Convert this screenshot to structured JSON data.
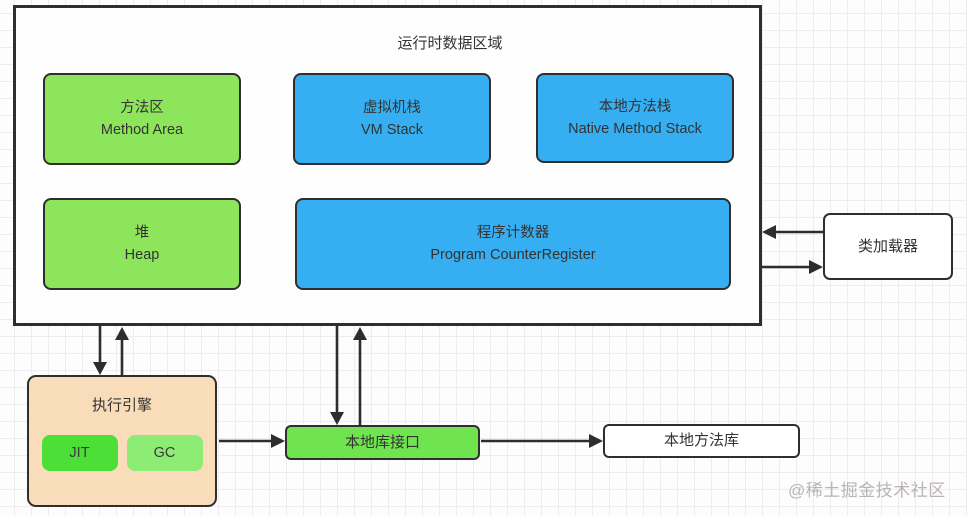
{
  "diagram": {
    "runtime_area": {
      "title": "运行时数据区域",
      "method_area": {
        "zh": "方法区",
        "en": "Method Area"
      },
      "vm_stack": {
        "zh": "虚拟机栈",
        "en": "VM Stack"
      },
      "native_method_stack": {
        "zh": "本地方法栈",
        "en": "Native Method Stack"
      },
      "heap": {
        "zh": "堆",
        "en": "Heap"
      },
      "program_counter": {
        "zh": "程序计数器",
        "en": "Program CounterRegister"
      }
    },
    "class_loader": {
      "label": "类加载器"
    },
    "execution_engine": {
      "label": "执行引擎",
      "jit_label": "JIT",
      "gc_label": "GC"
    },
    "native_interface": {
      "label": "本地库接口"
    },
    "native_library": {
      "label": "本地方法库"
    },
    "watermark": "@稀土掘金技术社区",
    "colors": {
      "box_green": "#8DE55C",
      "box_blue": "#36AFF2",
      "interface_green": "#70E44E",
      "jit_green": "#4CDF38",
      "gc_green": "#8DEC73",
      "engine_peach": "#F9DCBA",
      "border_dark": "#2E2E2E",
      "grid_line": "#EFECF1",
      "watermark_gray": "#B2ACAC"
    }
  }
}
